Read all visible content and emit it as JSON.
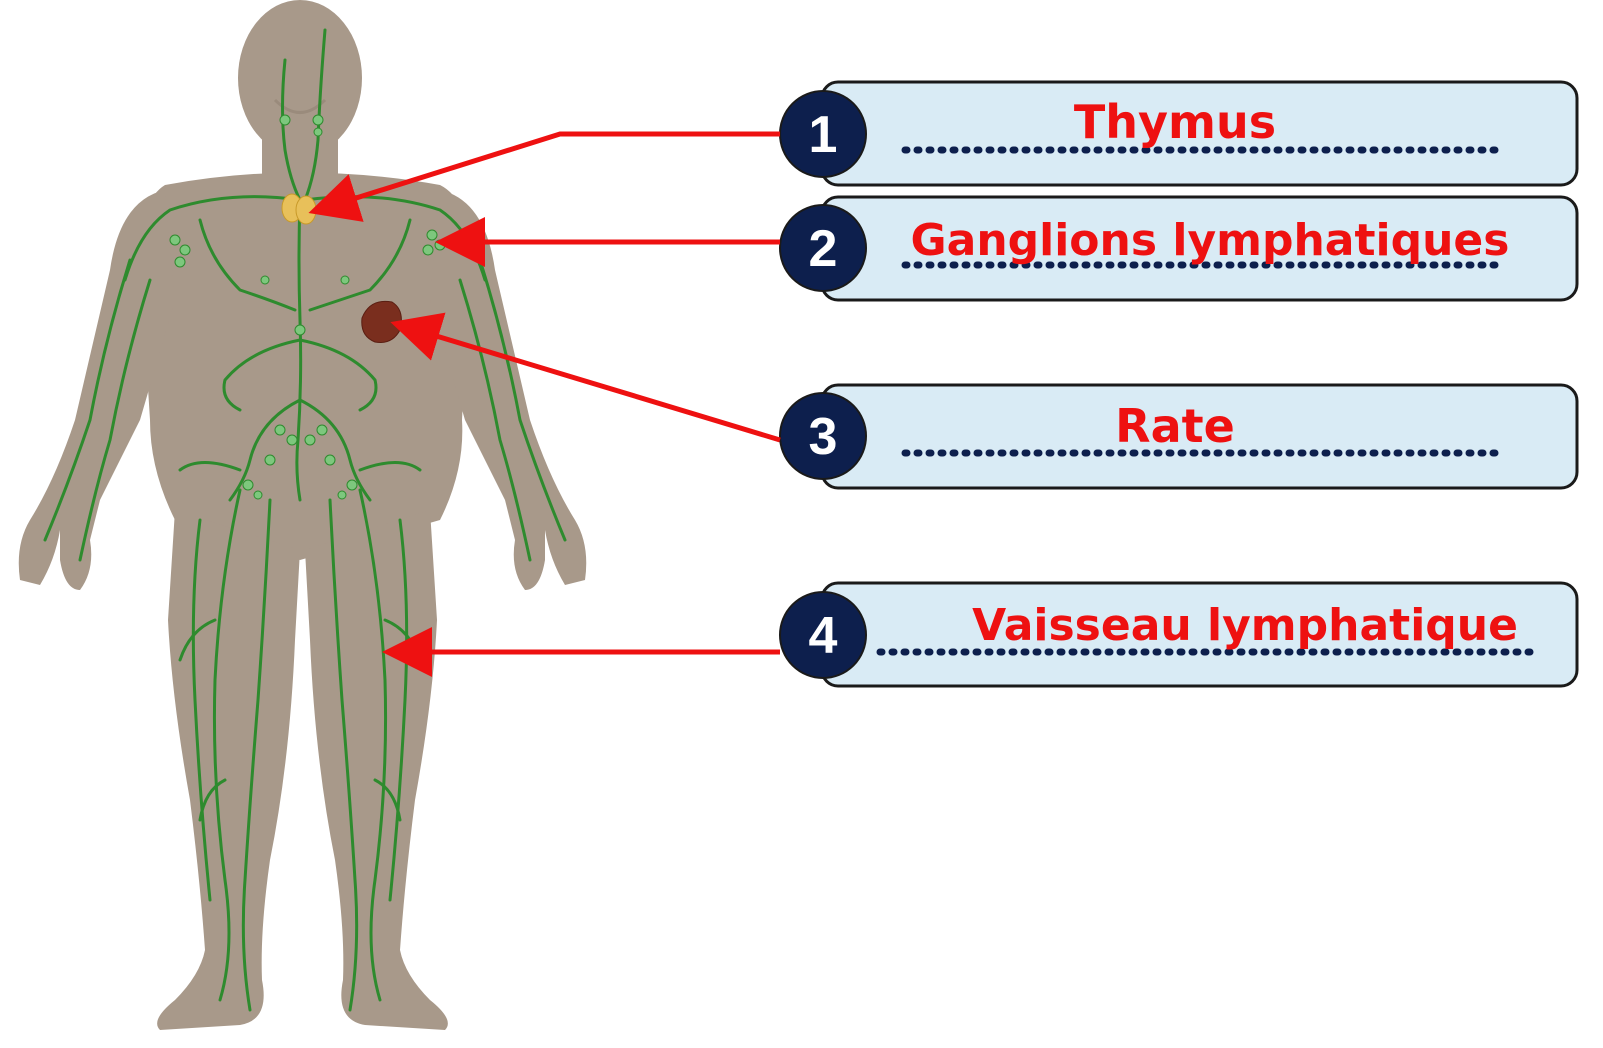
{
  "diagram": {
    "labels": [
      {
        "number": "1",
        "answer": "Thymus"
      },
      {
        "number": "2",
        "answer": "Ganglions lymphatiques"
      },
      {
        "number": "3",
        "answer": "Rate"
      },
      {
        "number": "4",
        "answer": "Vaisseau lymphatique"
      }
    ]
  },
  "colors": {
    "body_skin": "#a8998a",
    "body_skin_light": "#b8aa9c",
    "lymph_vessel": "#2e8b2e",
    "lymph_node": "#7dc77d",
    "thymus": "#e8c05a",
    "spleen": "#7a2e1e",
    "arrow": "#ee1111",
    "box_fill": "#d9ebf5",
    "box_stroke": "#1a1a1a",
    "number_circle": "#0d1f4d",
    "dots": "#0d1f4d",
    "answer_text": "#ee1111"
  }
}
